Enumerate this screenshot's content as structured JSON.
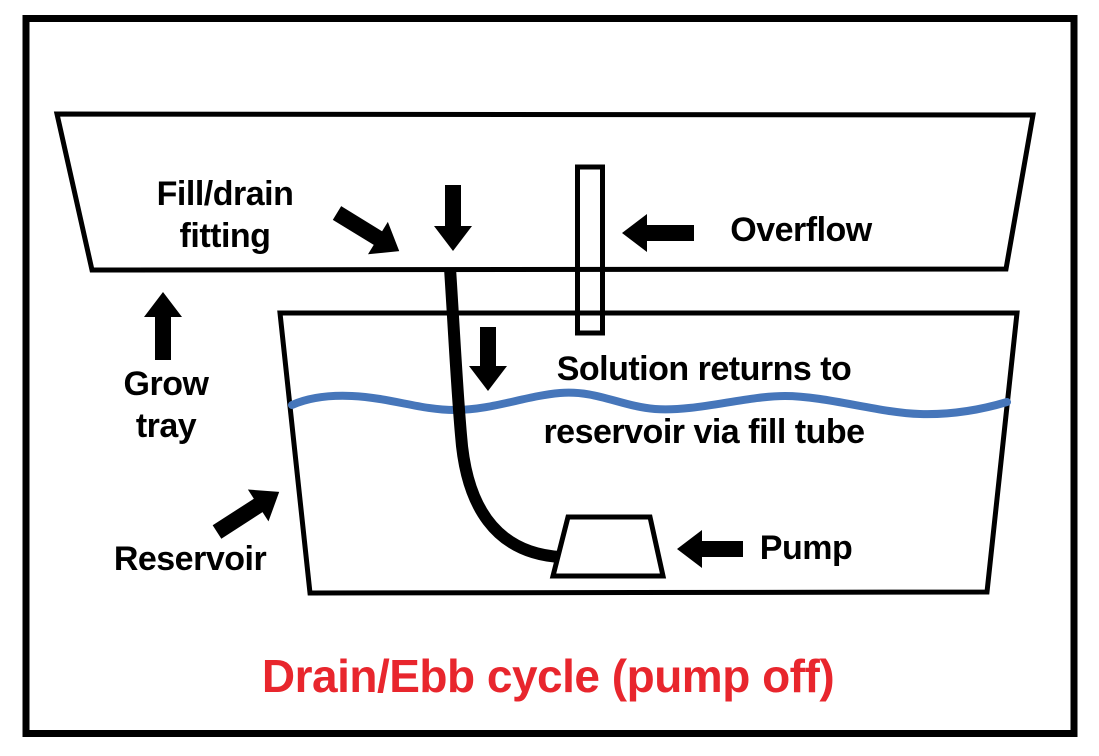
{
  "diagram": {
    "title_caption": "Drain/Ebb cycle (pump off)",
    "labels": {
      "fill_drain": {
        "line1": "Fill/drain",
        "line2": "fitting"
      },
      "overflow": "Overflow",
      "grow_tray": {
        "line1": "Grow",
        "line2": "tray"
      },
      "solution_return": {
        "line1": "Solution returns to",
        "line2": "reservoir via fill tube"
      },
      "reservoir": "Reservoir",
      "pump": "Pump"
    },
    "colors": {
      "outline": "#000000",
      "water": "#4676ba",
      "caption_red": "#e8262d",
      "background": "#ffffff"
    },
    "components": [
      "grow-tray",
      "reservoir",
      "overflow-tube",
      "fill-drain-tube",
      "pump",
      "water-level"
    ]
  }
}
